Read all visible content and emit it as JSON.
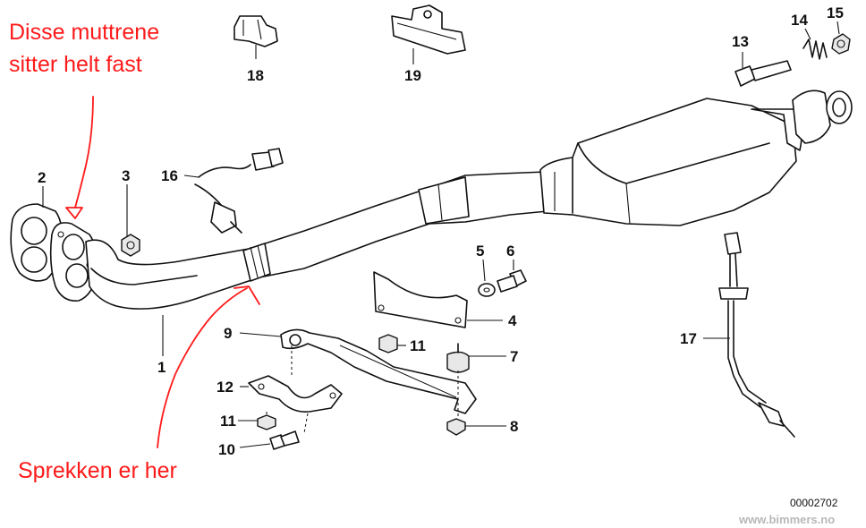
{
  "annotations": {
    "nuts_line1": "Disse muttrene",
    "nuts_line2": "sitter helt fast",
    "crack": "Sprekken er her"
  },
  "part_labels": {
    "p1": "1",
    "p2": "2",
    "p3": "3",
    "p4": "4",
    "p5": "5",
    "p6": "6",
    "p7": "7",
    "p8": "8",
    "p9": "9",
    "p10": "10",
    "p11a": "11",
    "p11b": "11",
    "p12": "12",
    "p13": "13",
    "p14": "14",
    "p15": "15",
    "p16": "16",
    "p17": "17",
    "p18": "18",
    "p19": "19"
  },
  "diagram_code": "00002702",
  "watermark": "www.bimmers.no",
  "colors": {
    "annotation": "#ff1a1a",
    "line": "#111111",
    "watermark": "#b8b8b8"
  }
}
